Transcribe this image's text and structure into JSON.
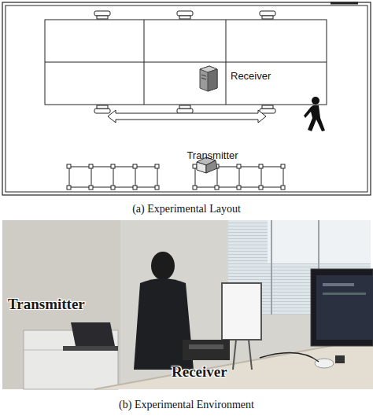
{
  "diagram": {
    "labels": [
      "Receiver",
      "Transmitter",
      "(a) Experimental Layout",
      "Transmitter",
      "Receiver",
      "(b) Experimental Environment"
    ]
  }
}
